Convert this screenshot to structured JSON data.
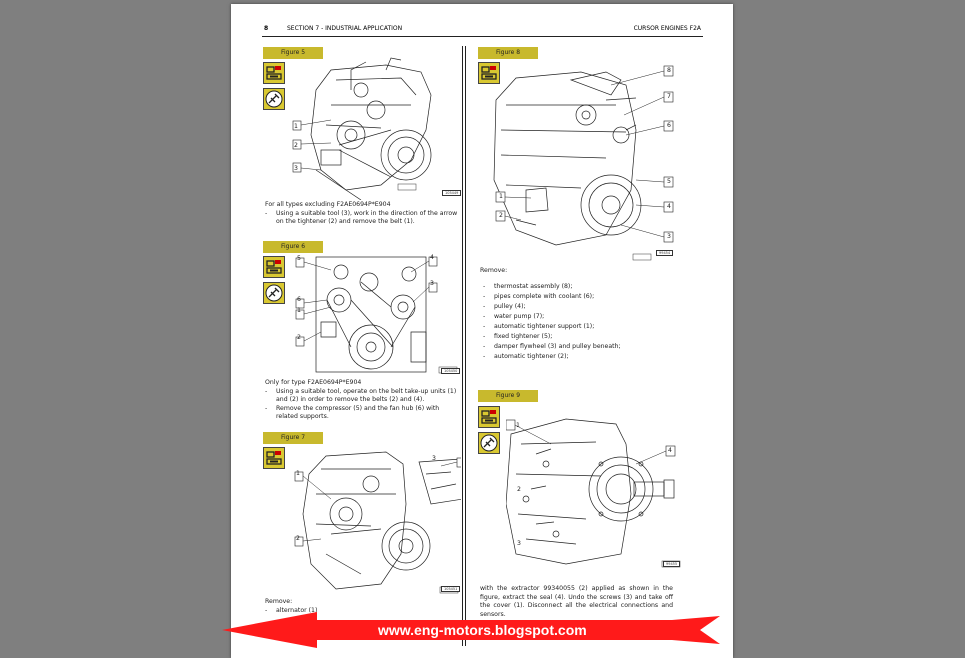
{
  "header": {
    "page_number": "8",
    "section": "SECTION 7 - INDUSTRIAL APPLICATION",
    "title": "CURSOR ENGINES F2A"
  },
  "figures": {
    "fig5": {
      "label": "Figure 5",
      "code": "105449",
      "callouts": [
        "1",
        "2",
        "3"
      ]
    },
    "fig6": {
      "label": "Figure 6",
      "code": "105450",
      "callouts": [
        "5",
        "4",
        "3",
        "6",
        "1",
        "2"
      ]
    },
    "fig7": {
      "label": "Figure 7",
      "code": "105451",
      "callouts": [
        "1",
        "2",
        "3"
      ]
    },
    "fig8": {
      "label": "Figure 8",
      "code": "99454",
      "callouts": [
        "8",
        "7",
        "6",
        "5",
        "4",
        "3",
        "1",
        "2"
      ]
    },
    "fig9": {
      "label": "Figure 9",
      "code": "99455",
      "callouts": [
        "1",
        "4",
        "2",
        "3"
      ]
    }
  },
  "text": {
    "fig5_caption": "For all types excluding F2AE0694P*E904",
    "fig5_item": "Using a suitable tool (3), work in the direction of the arrow on the tightener (2) and remove the belt (1).",
    "fig6_caption": "Only for type F2AE0694P*E904",
    "fig6_items": [
      "Using a suitable tool, operate on the belt take-up units (1) and (2) in order to remove the belts (2) and (4).",
      "Remove the compressor (5) and the fan hub (6) with related supports."
    ],
    "fig7_remove": "Remove:",
    "fig7_item": "alternator (1)",
    "fig8_remove": "Remove:",
    "fig8_items": [
      "thermostat assembly (8);",
      "pipes complete with coolant (6);",
      "pulley (4);",
      "water pump (7);",
      "automatic tightener support (1);",
      "fixed tightener (5);",
      "damper flywheel (3) and pulley beneath;",
      "automatic tightener (2);"
    ],
    "fig9_para": "with the extractor 99340055 (2) applied as shown in the figure, extract the seal (4). Undo the screws (3) and take off the cover (1). Disconnect all the electrical connections and sensors."
  },
  "banner": {
    "url": "www.eng-motors.blogspot.com"
  },
  "colors": {
    "figure_label": "#c8b92d",
    "banner_red": "#ff1a1a",
    "viewer_bg": "#7f7f7f"
  },
  "icons": [
    "removal-icon",
    "tool-icon"
  ]
}
